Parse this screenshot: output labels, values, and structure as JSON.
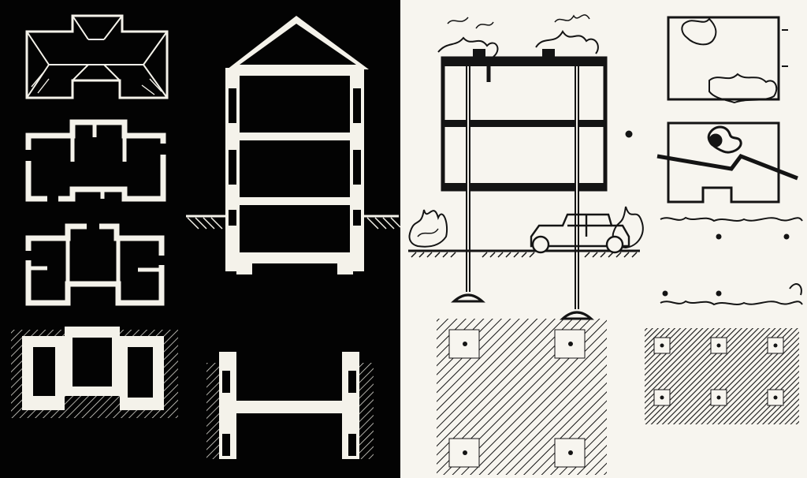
{
  "figure": {
    "left_panel": {
      "theme": "white lines on black",
      "drawings": [
        "roof-plan",
        "ground-floor-plan",
        "upper-floor-plan",
        "basement-plan",
        "house-section",
        "foundation-section"
      ]
    },
    "right_panel": {
      "theme": "black lines on white",
      "drawings": [
        "pilotis-section-with-car",
        "roof-garden-plan",
        "free-plan",
        "ground-level-plan",
        "pilotis-foundation-plan",
        "pilotis-grid-plan"
      ]
    },
    "colors": {
      "left_bg": "#030303",
      "left_ink": "#f4f2ea",
      "right_bg": "#f7f5ef",
      "right_ink": "#141414"
    }
  }
}
